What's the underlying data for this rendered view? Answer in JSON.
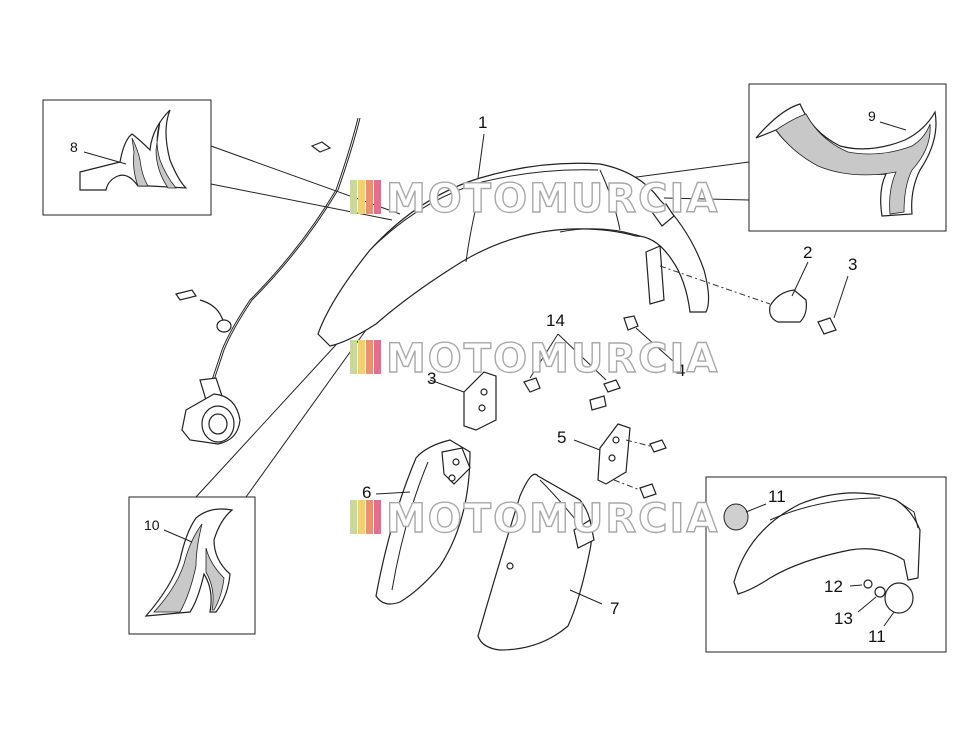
{
  "watermark": {
    "text": "MOTOMURCIA",
    "stripe_colors": [
      "#c8d8a0",
      "#f0d070",
      "#e89070",
      "#e07090"
    ]
  },
  "callouts": [
    {
      "id": "c1",
      "label": "1"
    },
    {
      "id": "c2",
      "label": "2"
    },
    {
      "id": "c3",
      "label": "3"
    },
    {
      "id": "c3b",
      "label": "3"
    },
    {
      "id": "c4",
      "label": "4"
    },
    {
      "id": "c5",
      "label": "5"
    },
    {
      "id": "c6",
      "label": "6"
    },
    {
      "id": "c7",
      "label": "7"
    },
    {
      "id": "c8",
      "label": "8"
    },
    {
      "id": "c9",
      "label": "9"
    },
    {
      "id": "c10",
      "label": "10"
    },
    {
      "id": "c11a",
      "label": "11"
    },
    {
      "id": "c11b",
      "label": "11"
    },
    {
      "id": "c12",
      "label": "12"
    },
    {
      "id": "c13",
      "label": "13"
    },
    {
      "id": "c14",
      "label": "14"
    }
  ],
  "colors": {
    "decal_fill": "#c8c8c8",
    "line": "#222222"
  }
}
